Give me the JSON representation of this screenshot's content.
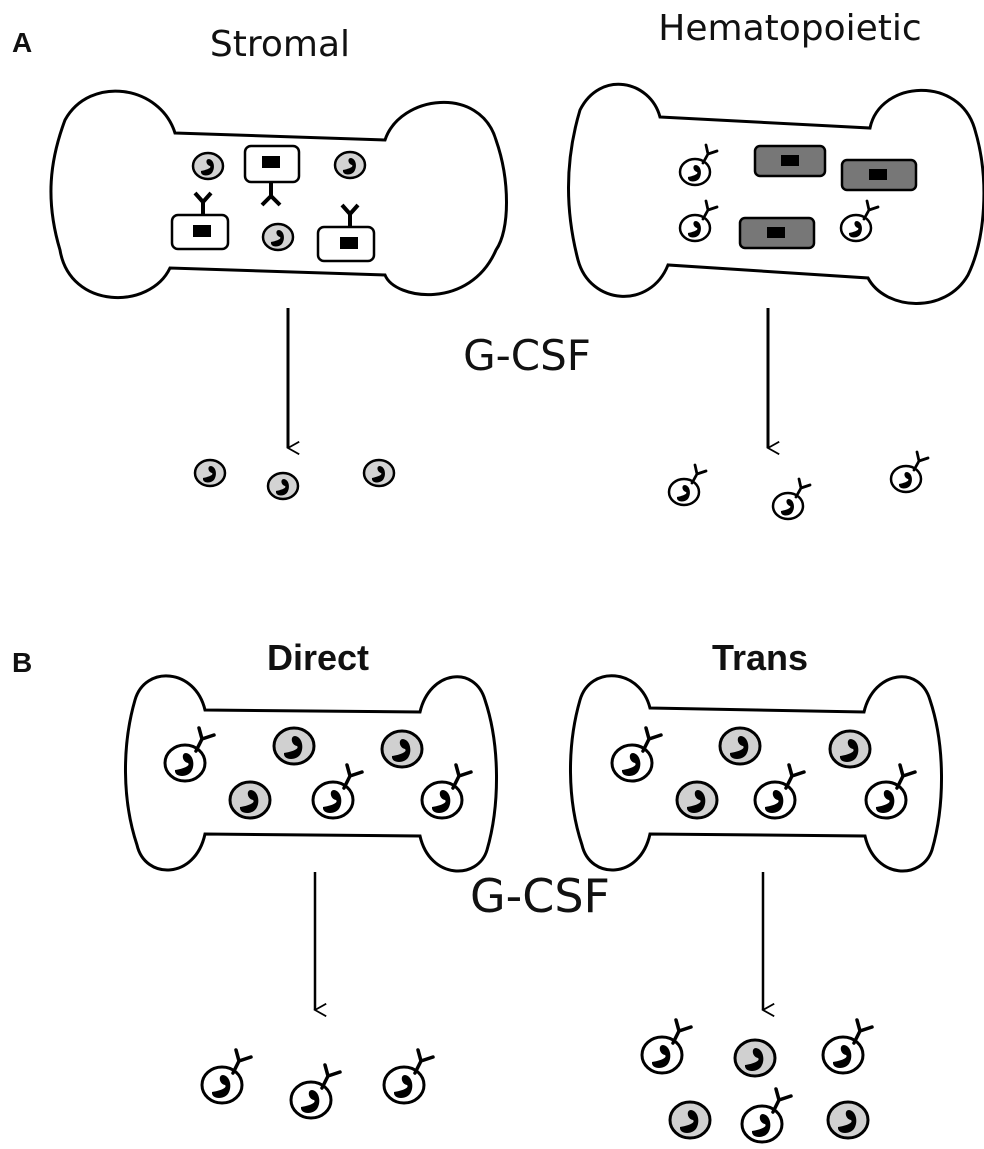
{
  "panel_a": {
    "letter": "A",
    "left_title": "Stromal",
    "right_title": "Hematopoietic",
    "agent_label": "G-CSF"
  },
  "panel_b": {
    "letter": "B",
    "left_title": "Direct",
    "right_title": "Trans",
    "agent_label": "G-CSF"
  }
}
